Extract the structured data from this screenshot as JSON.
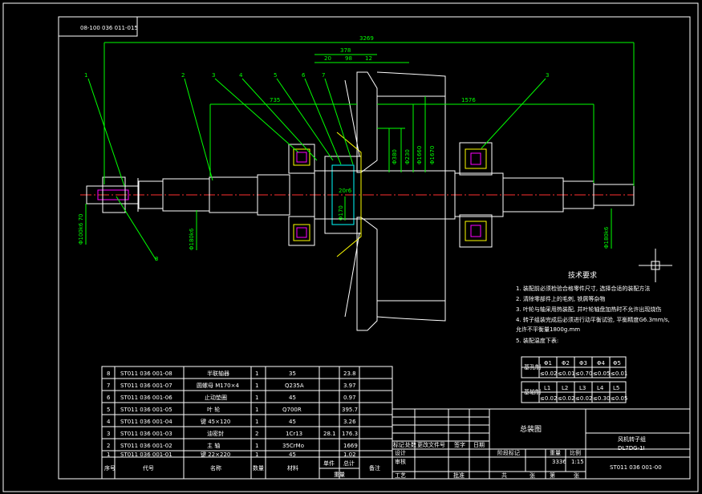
{
  "drawing_code_rotated": "08-100 036 011-015",
  "dims": {
    "overall": "3269",
    "hub": "378",
    "d20": "20",
    "d98": "98",
    "d12": "12",
    "left_len": "735",
    "right_len": "1576",
    "dia_left_end": "Φ100k6 70",
    "dia_left_bearing": "Φ180k6",
    "dia_hub1": "Φ380",
    "dia_hub2": "Φ230",
    "dia_hub3": "Φ1660",
    "dia_hub4": "Φ1670",
    "dia_shaft": "Φ170",
    "dia_right_bearing": "Φ180k6",
    "hub_note": "20r6"
  },
  "callouts": [
    "1",
    "2",
    "3",
    "4",
    "5",
    "6",
    "7",
    "3",
    "8"
  ],
  "tech_req": {
    "title": "技术要求",
    "items": [
      "1. 装配前必须检验合格零件尺寸, 选择合适的装配方法",
      "2. 清除零部件上的毛刺, 铁屑等杂物",
      "3. 叶轮与轴采用热装配, 并叶轮轴盘加热时不允许出现烧伤",
      "4. 转子组装完成后必须进行动平衡试验, 平衡精度G6.3mm/s,",
      "   允许不平衡量1800g.mm",
      "5. 装配温度下表:"
    ]
  },
  "fit_table": {
    "row1_header": "基孔制",
    "row1": [
      "Φ1",
      "Φ2",
      "Φ3",
      "Φ4",
      "Φ5"
    ],
    "row1_vals": [
      "≤0.02",
      "≤0.01",
      "≤0.70",
      "≤0.05",
      "≤0.01"
    ],
    "row2_header": "基轴制",
    "row2": [
      "L1",
      "L2",
      "L3",
      "L4",
      "L5"
    ],
    "row2_vals": [
      "≤0.02",
      "≤0.02",
      "≤0.02",
      "≤0.30",
      "≤0.05"
    ]
  },
  "bom": {
    "headers": [
      "序号",
      "代号",
      "名称",
      "数量",
      "材料",
      "单件",
      "总计",
      "备注"
    ],
    "weight_header": "重量",
    "rows": [
      [
        "8",
        "ST011 036 001-08",
        "半联轴器",
        "1",
        "35",
        "",
        "23.8",
        ""
      ],
      [
        "7",
        "ST011 036 001-07",
        "圆螺母 M170×4",
        "1",
        "Q235A",
        "",
        "3.97",
        ""
      ],
      [
        "6",
        "ST011 036 001-06",
        "止动垫圈",
        "1",
        "45",
        "",
        "0.97",
        ""
      ],
      [
        "5",
        "ST011 036 001-05",
        "叶  轮",
        "1",
        "Q700R",
        "",
        "395.7",
        ""
      ],
      [
        "4",
        "ST011 036 001-04",
        "键  45×120",
        "1",
        "45",
        "",
        "3.26",
        ""
      ],
      [
        "3",
        "ST011 036 001-03",
        "油密封",
        "2",
        "1Cr13",
        "28.1",
        "176.3",
        ""
      ],
      [
        "2",
        "ST011 036 001-02",
        "主  轴",
        "1",
        "35CrMo",
        "",
        "1669",
        ""
      ],
      [
        "1",
        "ST011 036 001-01",
        "键  22×220",
        "1",
        "45",
        "",
        "1.02",
        ""
      ]
    ]
  },
  "title_block": {
    "drawing_name": "总装图",
    "product": "风机转子组",
    "product_code": "DL7DG-1I",
    "drawing_no": "ST011 036 001-00",
    "scale": "1:15",
    "weight": "3336",
    "labels": [
      "标记",
      "处数",
      "更改文件号",
      "签字",
      "日期",
      "阶段标记",
      "重量",
      "比例",
      "共",
      "张",
      "第",
      "张",
      "设计",
      "审核",
      "工艺",
      "批准"
    ]
  }
}
